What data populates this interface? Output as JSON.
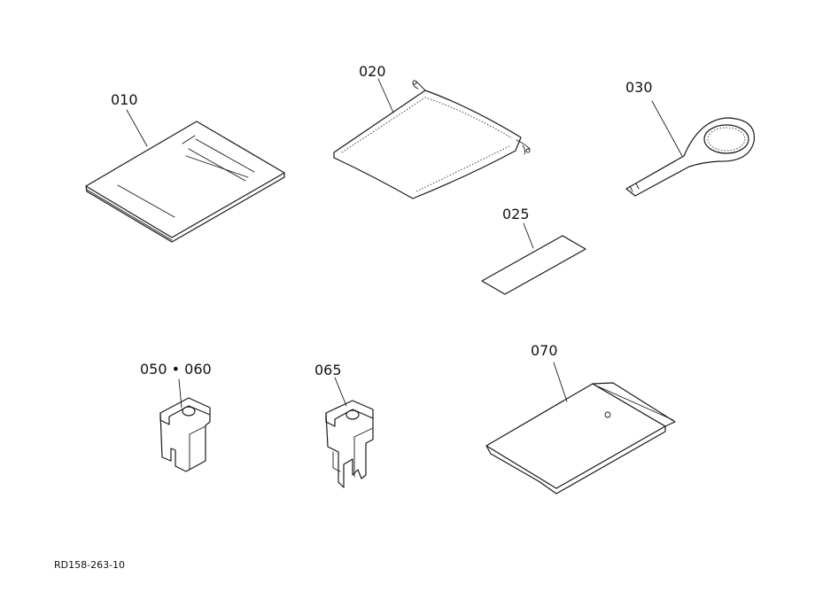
{
  "parts": [
    {
      "id": "010",
      "label": "010",
      "icon": "manual-booklet-icon"
    },
    {
      "id": "020",
      "label": "020",
      "icon": "drawstring-bag-icon"
    },
    {
      "id": "030",
      "label": "030",
      "icon": "filter-wrench-icon"
    },
    {
      "id": "025",
      "label": "025",
      "icon": "label-strip-icon"
    },
    {
      "id": "050-060",
      "label": "050 • 060",
      "icon": "clip-connector-icon"
    },
    {
      "id": "065",
      "label": "065",
      "icon": "clip-with-legs-icon"
    },
    {
      "id": "070",
      "label": "070",
      "icon": "envelope-icon"
    }
  ],
  "drawing_ref": "RD158-263-10"
}
